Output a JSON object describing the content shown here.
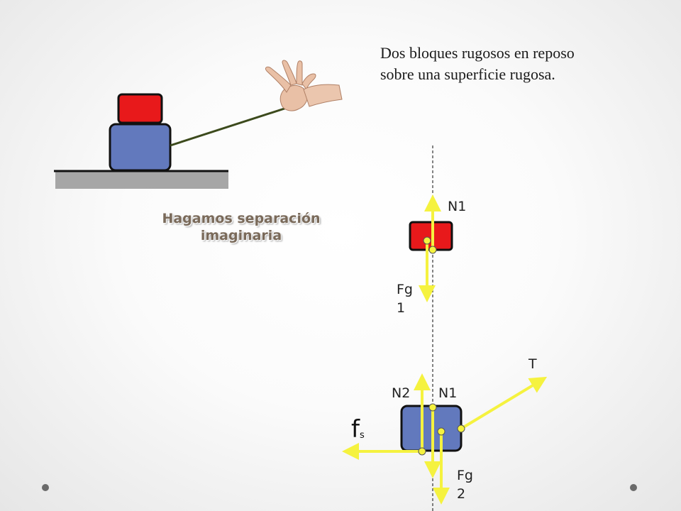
{
  "description": {
    "line1": "Dos bloques rugosos en reposo",
    "line2": "sobre una superficie rugosa."
  },
  "subtitle": {
    "line1": "Hagamos separación",
    "line2": "imaginaria"
  },
  "labels": {
    "n1_top": "N1",
    "fg1_a": "Fg",
    "fg1_b": "1",
    "t": "T",
    "n2": "N2",
    "n1_bottom": "N1",
    "fs_main": "f",
    "fs_sub": "s",
    "fg2_a": "Fg",
    "fg2_b": "2"
  },
  "colors": {
    "top_block": "#e8191b",
    "bottom_block": "#6279bd",
    "arrow": "#f5f23f",
    "rope": "#3c4a1c",
    "floor": "#a6a6a6"
  }
}
